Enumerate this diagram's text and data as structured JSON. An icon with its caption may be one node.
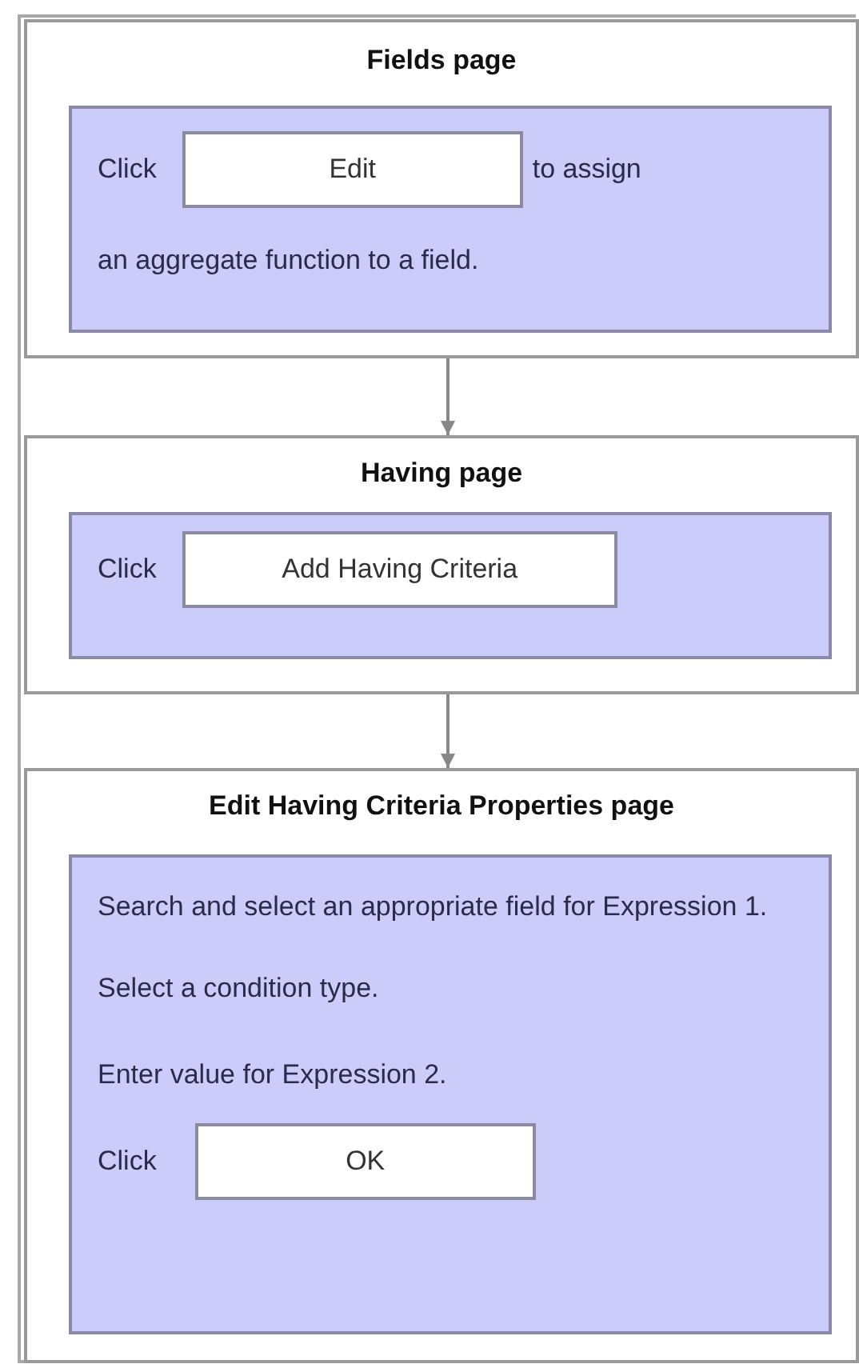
{
  "diagram": {
    "nodes": [
      {
        "text": [
          "Fields page"
        ]
      },
      {
        "text": [
          "Click",
          "to assign",
          "an aggregate function to a field."
        ],
        "in": 0
      },
      {
        "text": [
          "Edit"
        ],
        "in": 1
      },
      {
        "text": [
          "Having page"
        ]
      },
      {
        "text": [
          "Click"
        ],
        "in": 3
      },
      {
        "text": [
          "Add Having Criteria"
        ],
        "in": 4
      },
      {
        "text": [
          "Edit Having Criteria Properties page"
        ]
      },
      {
        "text": [
          "Search and select an appropriate field for Expression 1.",
          "Select a condition type.",
          "Enter value for Expression 2.",
          "Click"
        ],
        "in": 6
      },
      {
        "text": [
          "OK"
        ],
        "in": 7
      }
    ],
    "edges": [
      {
        "from": 0,
        "to": 3,
        "arrow": "to"
      },
      {
        "from": 3,
        "to": 6,
        "arrow": "to"
      }
    ]
  }
}
